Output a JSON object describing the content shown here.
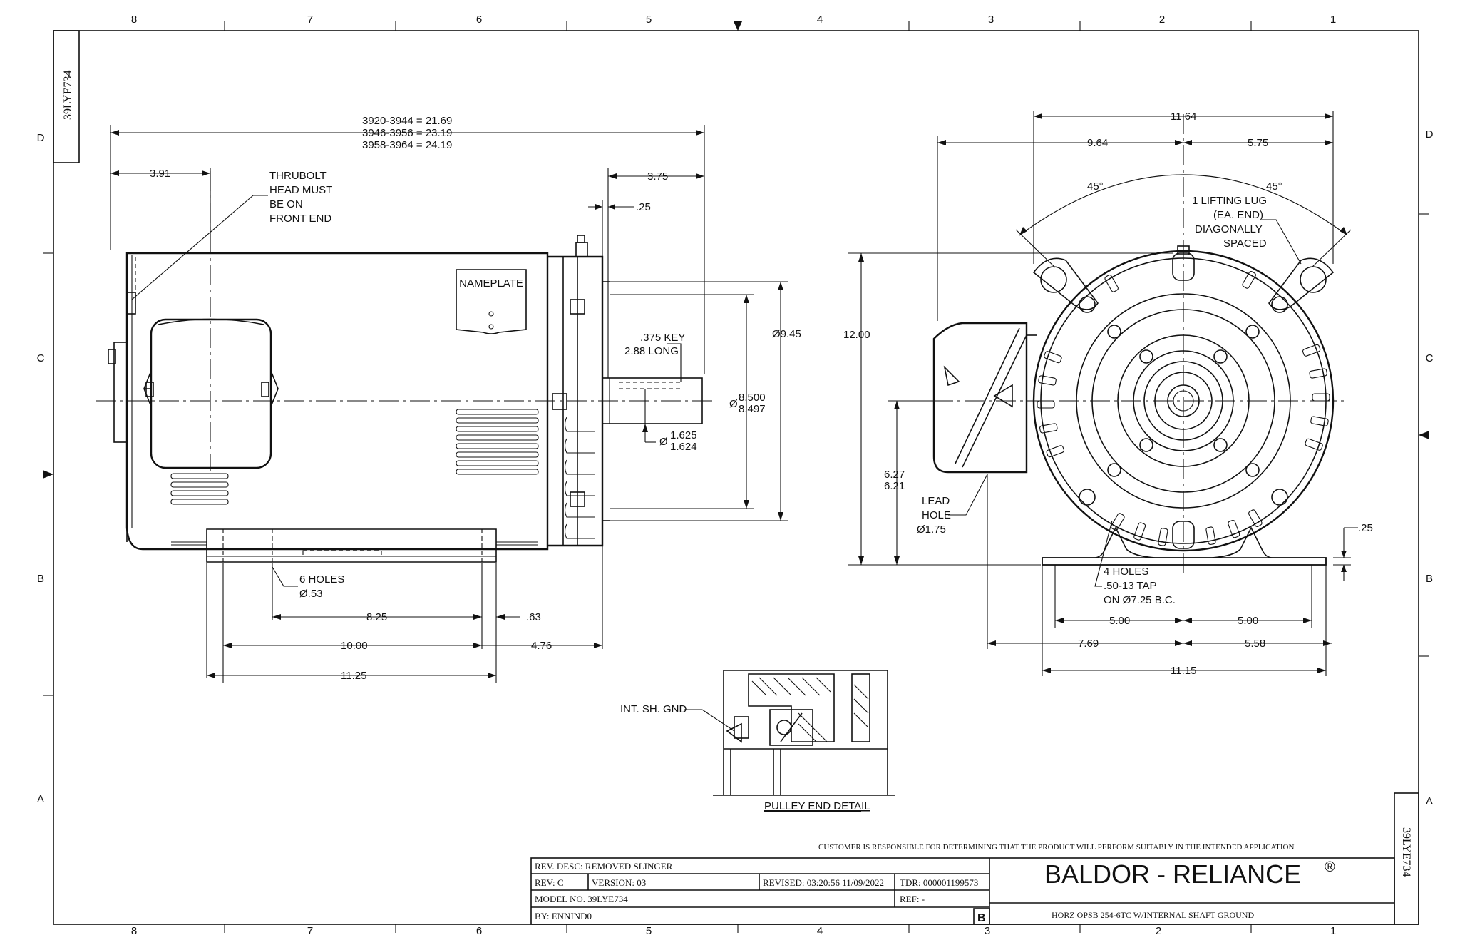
{
  "drawing_id": "39LYE734",
  "zones": {
    "columns": [
      "8",
      "7",
      "6",
      "5",
      "4",
      "3",
      "2",
      "1"
    ],
    "rows": [
      "D",
      "C",
      "B",
      "A"
    ]
  },
  "side_view": {
    "length_dims": [
      "3920-3944 = 21.69",
      "3946-3956 = 23.19",
      "3958-3964 = 24.19"
    ],
    "dim_391": "3.91",
    "note_thrubolt": [
      "THRUBOLT",
      "HEAD MUST",
      "BE ON",
      "FRONT END"
    ],
    "nameplate": "NAMEPLATE",
    "dim_375": "3.75",
    "dim_25": ".25",
    "key_note": [
      ".375 KEY",
      "2.88 LONG"
    ],
    "dia_945": "Ø9.45",
    "dia_pilot_prefix": "Ø",
    "dia_pilot": [
      "8.500",
      "8.497"
    ],
    "dia_shaft_prefix": "Ø",
    "dia_shaft": [
      "1.625",
      "1.624"
    ],
    "holes_note": [
      "6 HOLES",
      "Ø.53"
    ],
    "dim_825": "8.25",
    "dim_63": ".63",
    "dim_1000": "10.00",
    "dim_476": "4.76",
    "dim_1125": "11.25"
  },
  "end_view": {
    "dim_1164": "11.64",
    "dim_964": "9.64",
    "dim_575": "5.75",
    "angle_left": "45°",
    "angle_right": "45°",
    "lug_note": [
      "1 LIFTING LUG",
      "(EA. END)",
      "DIAGONALLY",
      "SPACED"
    ],
    "dim_1200": "12.00",
    "dim_627": [
      "6.27",
      "6.21"
    ],
    "lead_note": [
      "LEAD",
      "HOLE",
      "Ø1.75"
    ],
    "dim_25": ".25",
    "tap_note": [
      "4 HOLES",
      ".50-13 TAP",
      "ON Ø7.25 B.C."
    ],
    "dim_500_left": "5.00",
    "dim_500_right": "5.00",
    "dim_769": "7.69",
    "dim_558": "5.58",
    "dim_1115": "11.15"
  },
  "detail": {
    "label": "INT. SH. GND",
    "title": "PULLEY END DETAIL"
  },
  "title_block": {
    "disclaimer": "CUSTOMER IS RESPONSIBLE FOR DETERMINING THAT THE PRODUCT WILL PERFORM SUITABLY IN THE INTENDED APPLICATION",
    "rev_desc": "REV. DESC: REMOVED SLINGER",
    "rev": "REV:   C",
    "version": "VERSION:  03",
    "revised": "REVISED:  03:20:56 11/09/2022",
    "tdr": "TDR:  000001199573",
    "model": "MODEL NO.   39LYE734",
    "ref": "REF:  -",
    "by": "BY: ENNIND0",
    "size_letter": "B",
    "company": "BALDOR - RELIANCE",
    "registered_mark": "®",
    "description": "HORZ OPSB 254-6TC W/INTERNAL SHAFT GROUND"
  }
}
